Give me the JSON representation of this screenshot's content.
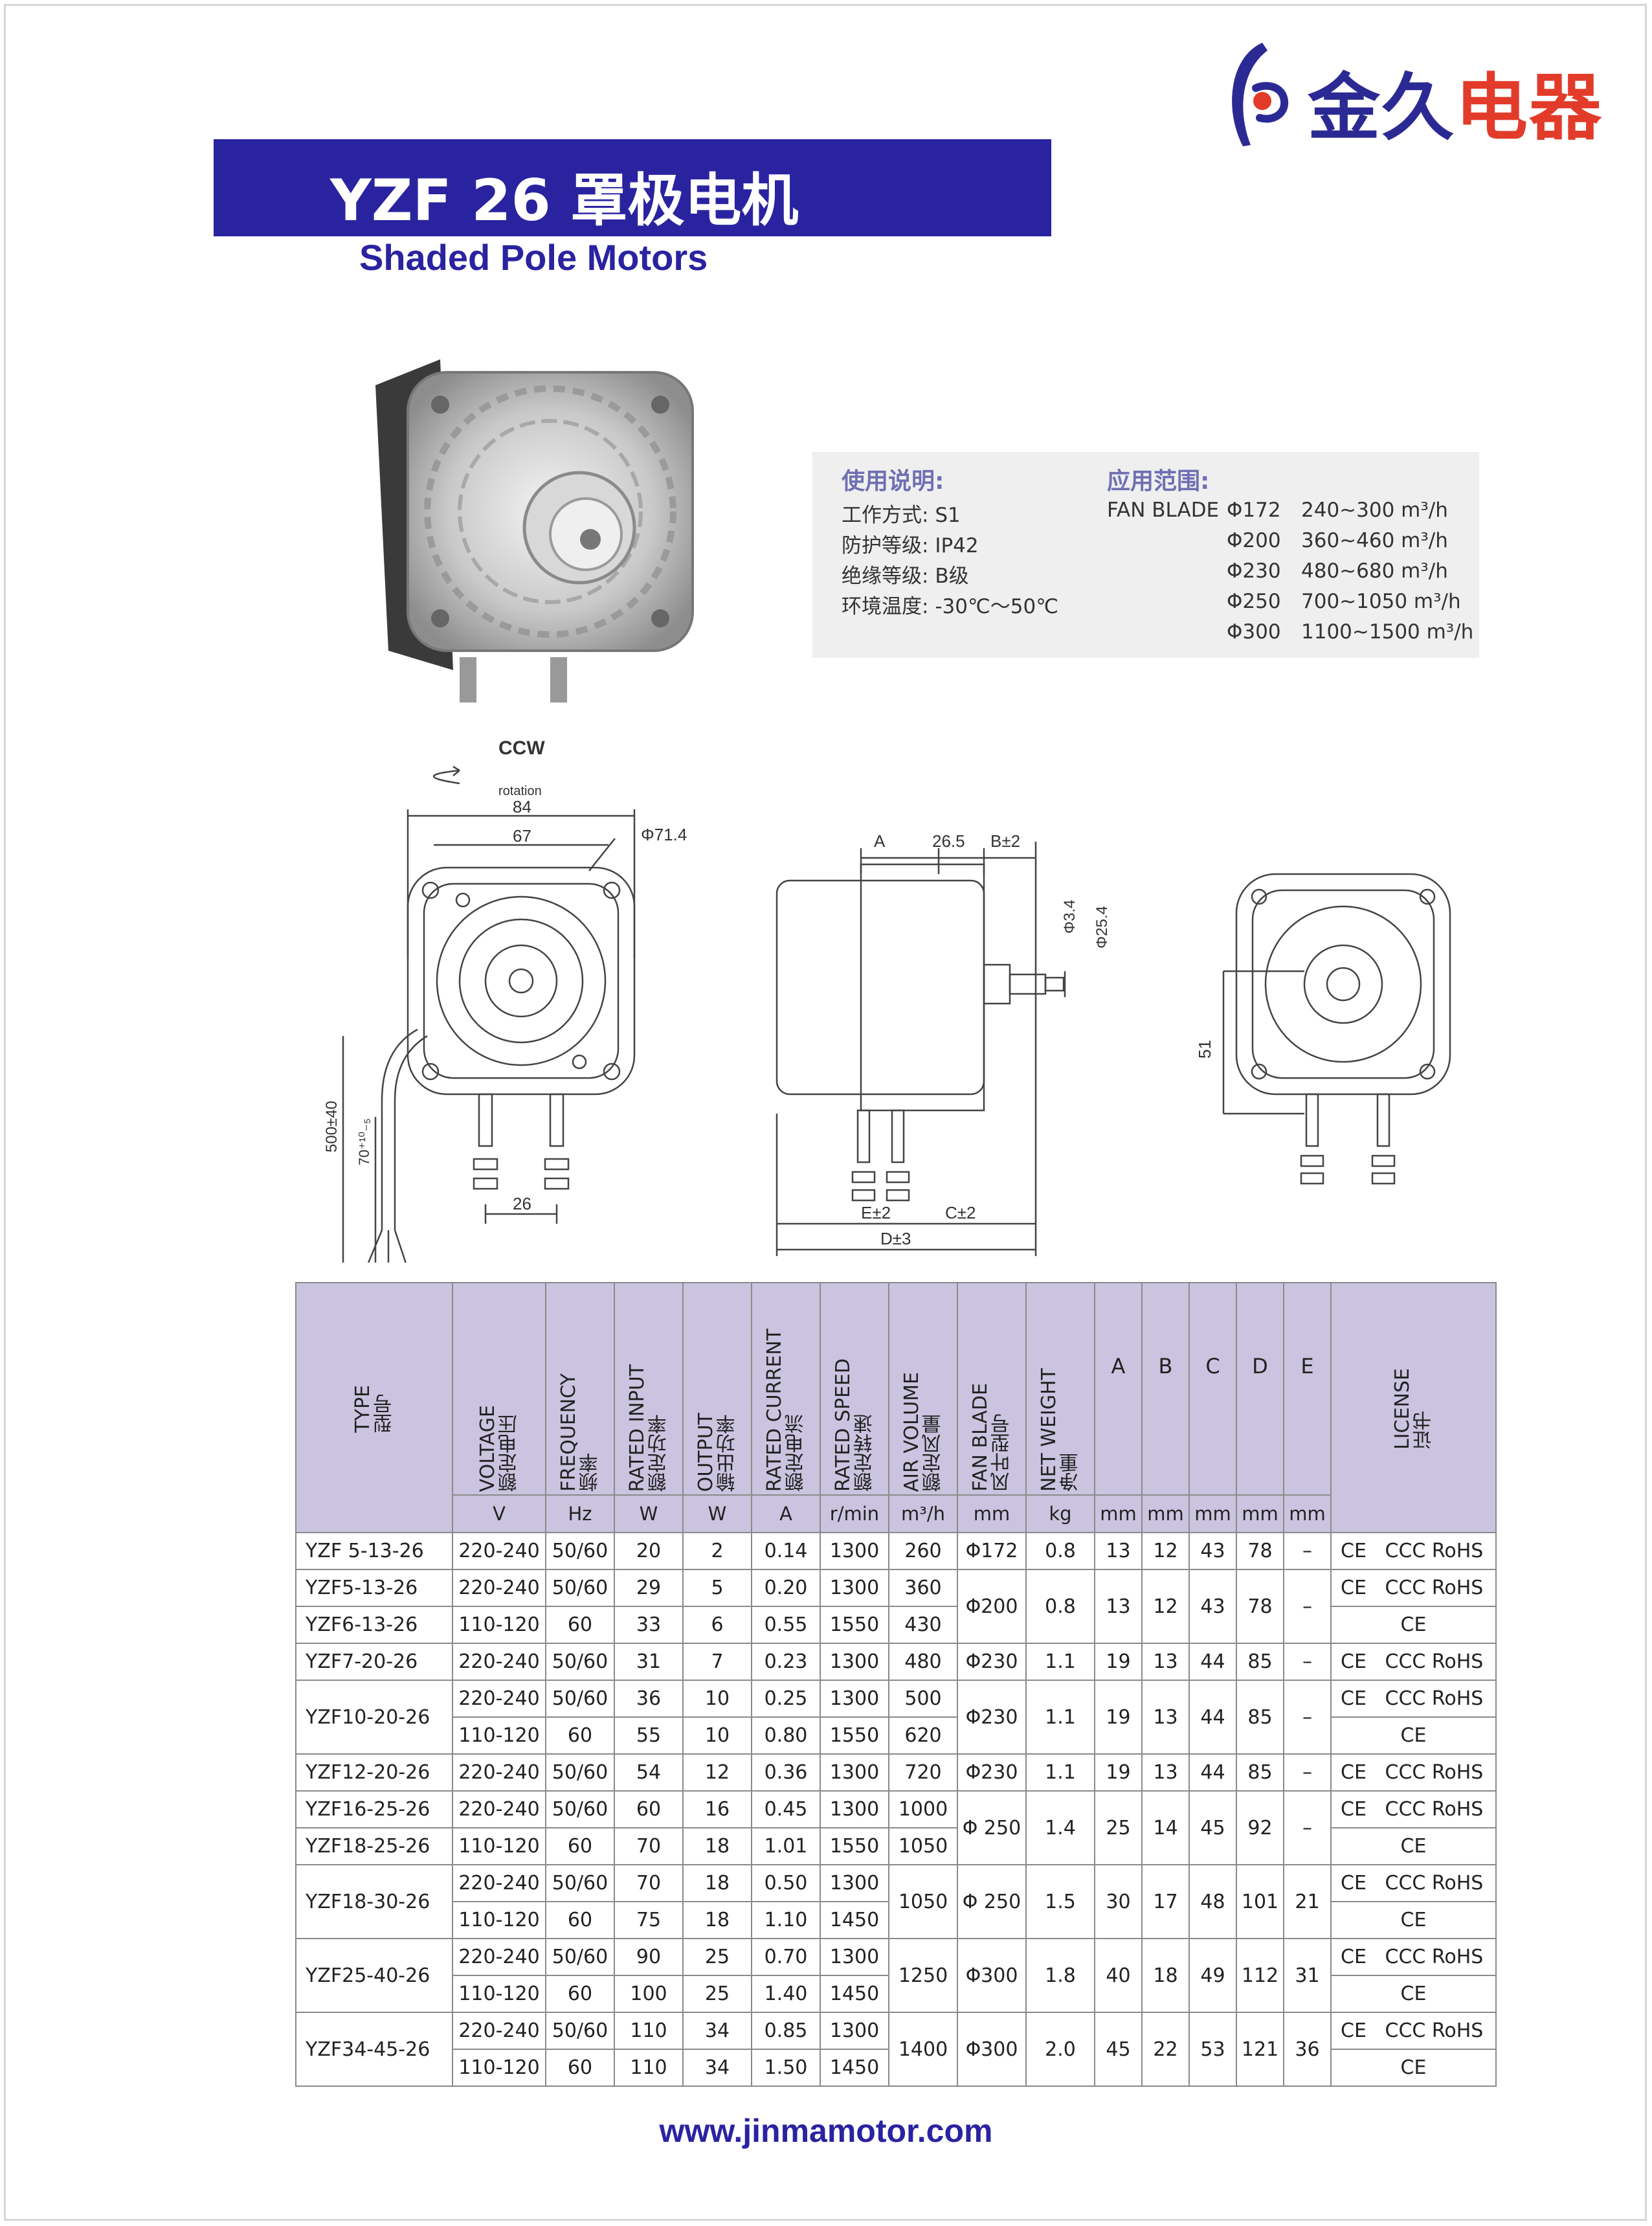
{
  "brand": {
    "logo_text_part1": "金久",
    "logo_text_part2": "电器"
  },
  "header": {
    "title": "YZF 26 罩极电机",
    "subtitle": "Shaded Pole Motors"
  },
  "usage": {
    "heading": "使用说明:",
    "items": [
      {
        "label": "工作方式:",
        "value": "S1"
      },
      {
        "label": "防护等级:",
        "value": "IP42"
      },
      {
        "label": "绝缘等级:",
        "value": "B级"
      },
      {
        "label": "环境温度:",
        "value": "-30℃～50℃"
      }
    ]
  },
  "application": {
    "heading": "应用范围:",
    "label": "FAN BLADE",
    "items": [
      {
        "blade": "Φ172",
        "volume": "240~300 m³/h"
      },
      {
        "blade": "Φ200",
        "volume": "360~460 m³/h"
      },
      {
        "blade": "Φ230",
        "volume": "480~680 m³/h"
      },
      {
        "blade": "Φ250",
        "volume": "700~1050 m³/h"
      },
      {
        "blade": "Φ300",
        "volume": "1100~1500 m³/h"
      }
    ]
  },
  "drawing": {
    "rotation_dir": "CCW",
    "rotation_label": "rotation",
    "dims": {
      "w84": "84",
      "w67": "67",
      "phi714": "Φ71.4",
      "l500": "500±40",
      "l70": "70⁺¹⁰₋₅",
      "w26": "26",
      "a": "A",
      "d265": "26.5",
      "b": "B±2",
      "phi34": "Φ3.4",
      "phi254": "Φ25.4",
      "e": "E±2",
      "c": "C±2",
      "d": "D±3",
      "h51": "51"
    }
  },
  "table": {
    "headers": [
      {
        "en": "TYPE",
        "cn": "型号",
        "unit": ""
      },
      {
        "en": "VOLTAGE",
        "cn": "额定电压",
        "unit": "V"
      },
      {
        "en": "FREQUENCY",
        "cn": "频率",
        "unit": "Hz"
      },
      {
        "en": "RATED INPUT",
        "cn": "额定功率",
        "unit": "W"
      },
      {
        "en": "OUTPUT",
        "cn": "输出功率",
        "unit": "W"
      },
      {
        "en": "RATED CURRENT",
        "cn": "额定电流",
        "unit": "A"
      },
      {
        "en": "RATED SPEED",
        "cn": "额定转速",
        "unit": "r/min"
      },
      {
        "en": "AIR VOLUME",
        "cn": "额定风量",
        "unit": "m³/h"
      },
      {
        "en": "FAN BLADE",
        "cn": "风叶型号",
        "unit": "mm"
      },
      {
        "en": "NET WEIGHT",
        "cn": "净重",
        "unit": "kg"
      },
      {
        "en": "A",
        "cn": "",
        "unit": "mm"
      },
      {
        "en": "B",
        "cn": "",
        "unit": "mm"
      },
      {
        "en": "C",
        "cn": "",
        "unit": "mm"
      },
      {
        "en": "D",
        "cn": "",
        "unit": "mm"
      },
      {
        "en": "E",
        "cn": "",
        "unit": "mm"
      },
      {
        "en": "LICENSE",
        "cn": "证书",
        "unit": ""
      }
    ],
    "rows": [
      {
        "type": "YZF 5-13-26",
        "lines": [
          {
            "v": "220-240",
            "hz": "50/60",
            "in": "20",
            "out": "2",
            "a": "0.14",
            "spd": "1300",
            "air": "260",
            "lic": "CE   CCC RoHS"
          }
        ],
        "fan": "Φ172",
        "wt": "0.8",
        "A": "13",
        "B": "12",
        "C": "43",
        "D": "78",
        "E": "–"
      },
      {
        "type": "YZF5-13-26",
        "lines": [
          {
            "v": "220-240",
            "hz": "50/60",
            "in": "29",
            "out": "5",
            "a": "0.20",
            "spd": "1300",
            "air": "360",
            "lic": "CE   CCC RoHS"
          }
        ],
        "fan": "Φ200",
        "wt": "0.8",
        "A": "13",
        "B": "12",
        "C": "43",
        "D": "78",
        "E": "–"
      },
      {
        "type": "YZF6-13-26",
        "lines": [
          {
            "v": "110-120",
            "hz": "60",
            "in": "33",
            "out": "6",
            "a": "0.55",
            "spd": "1550",
            "air": "430",
            "lic": "CE"
          }
        ]
      },
      {
        "type": "YZF7-20-26",
        "lines": [
          {
            "v": "220-240",
            "hz": "50/60",
            "in": "31",
            "out": "7",
            "a": "0.23",
            "spd": "1300",
            "air": "480",
            "lic": "CE   CCC RoHS"
          }
        ],
        "fan": "Φ230",
        "wt": "1.1",
        "A": "19",
        "B": "13",
        "C": "44",
        "D": "85",
        "E": "–"
      },
      {
        "type": "YZF10-20-26",
        "lines": [
          {
            "v": "220-240",
            "hz": "50/60",
            "in": "36",
            "out": "10",
            "a": "0.25",
            "spd": "1300",
            "air": "500",
            "lic": "CE   CCC RoHS"
          },
          {
            "v": "110-120",
            "hz": "60",
            "in": "55",
            "out": "10",
            "a": "0.80",
            "spd": "1550",
            "air": "620",
            "lic": "CE"
          }
        ],
        "fan": "Φ230",
        "wt": "1.1",
        "A": "19",
        "B": "13",
        "C": "44",
        "D": "85",
        "E": "–"
      },
      {
        "type": "YZF12-20-26",
        "lines": [
          {
            "v": "220-240",
            "hz": "50/60",
            "in": "54",
            "out": "12",
            "a": "0.36",
            "spd": "1300",
            "air": "720",
            "lic": "CE   CCC RoHS"
          }
        ],
        "fan": "Φ230",
        "wt": "1.1",
        "A": "19",
        "B": "13",
        "C": "44",
        "D": "85",
        "E": "–"
      },
      {
        "type": "YZF16-25-26",
        "lines": [
          {
            "v": "220-240",
            "hz": "50/60",
            "in": "60",
            "out": "16",
            "a": "0.45",
            "spd": "1300",
            "air": "1000",
            "lic": "CE   CCC RoHS"
          }
        ],
        "fan": "Φ 250",
        "wt": "1.4",
        "A": "25",
        "B": "14",
        "C": "45",
        "D": "92",
        "E": "–"
      },
      {
        "type": "YZF18-25-26",
        "lines": [
          {
            "v": "110-120",
            "hz": "60",
            "in": "70",
            "out": "18",
            "a": "1.01",
            "spd": "1550",
            "air": "1050",
            "lic": "CE"
          }
        ]
      },
      {
        "type": "YZF18-30-26",
        "lines": [
          {
            "v": "220-240",
            "hz": "50/60",
            "in": "70",
            "out": "18",
            "a": "0.50",
            "spd": "1300",
            "lic": "CE   CCC RoHS"
          },
          {
            "v": "110-120",
            "hz": "60",
            "in": "75",
            "out": "18",
            "a": "1.10",
            "spd": "1450",
            "lic": "CE"
          }
        ],
        "air": "1050",
        "fan": "Φ 250",
        "wt": "1.5",
        "A": "30",
        "B": "17",
        "C": "48",
        "D": "101",
        "E": "21"
      },
      {
        "type": "YZF25-40-26",
        "lines": [
          {
            "v": "220-240",
            "hz": "50/60",
            "in": "90",
            "out": "25",
            "a": "0.70",
            "spd": "1300",
            "lic": "CE   CCC RoHS"
          },
          {
            "v": "110-120",
            "hz": "60",
            "in": "100",
            "out": "25",
            "a": "1.40",
            "spd": "1450",
            "lic": "CE"
          }
        ],
        "air": "1250",
        "fan": "Φ300",
        "wt": "1.8",
        "A": "40",
        "B": "18",
        "C": "49",
        "D": "112",
        "E": "31"
      },
      {
        "type": "YZF34-45-26",
        "lines": [
          {
            "v": "220-240",
            "hz": "50/60",
            "in": "110",
            "out": "34",
            "a": "0.85",
            "spd": "1300",
            "lic": "CE   CCC RoHS"
          },
          {
            "v": "110-120",
            "hz": "60",
            "in": "110",
            "out": "34",
            "a": "1.50",
            "spd": "1450",
            "lic": "CE"
          }
        ],
        "air": "1400",
        "fan": "Φ300",
        "wt": "2.0",
        "A": "45",
        "B": "22",
        "C": "53",
        "D": "121",
        "E": "36"
      }
    ]
  },
  "footer": {
    "url": "www.jinmamotor.com"
  }
}
